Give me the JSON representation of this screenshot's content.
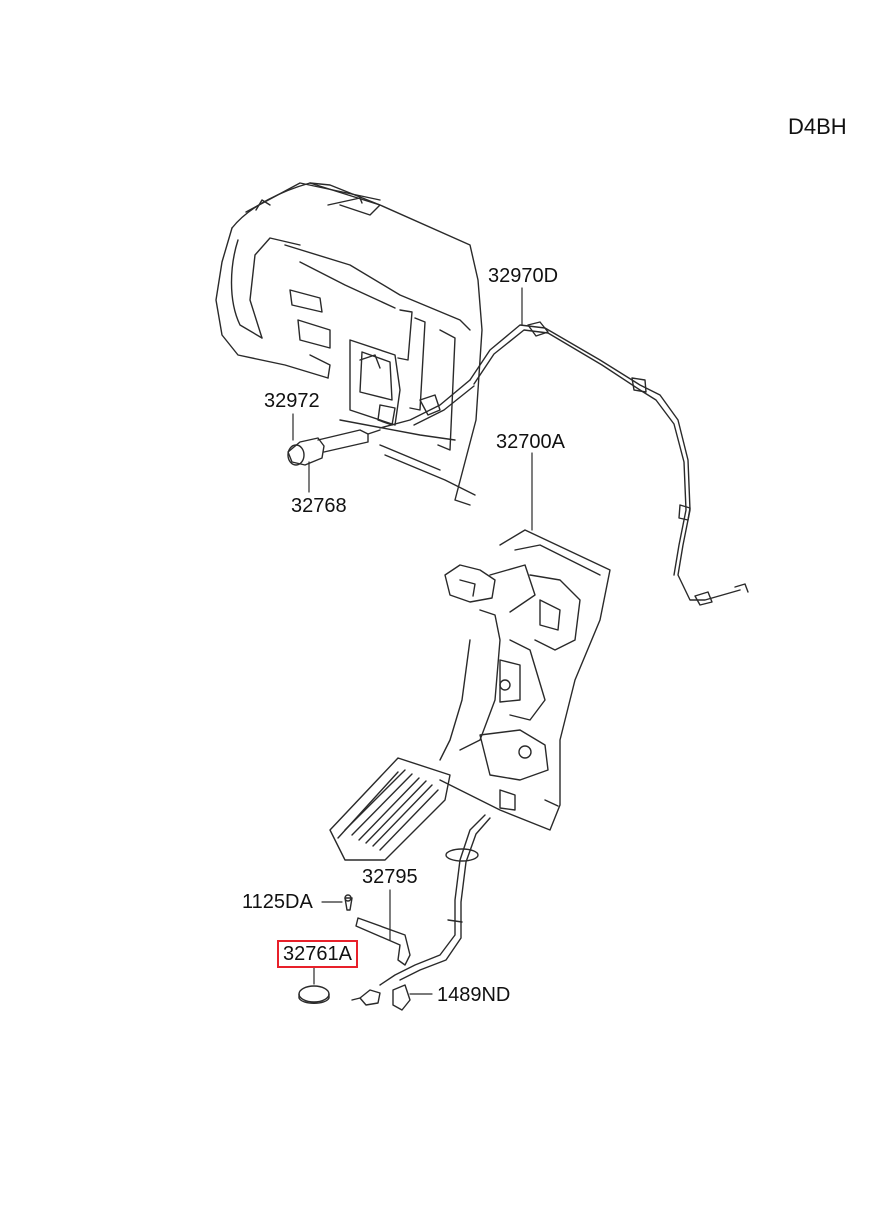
{
  "engine_code": "D4BH",
  "highlight_color": "#e8202a",
  "line_color": "#2a2a2a",
  "parts": {
    "p32970D": "32970D",
    "p32972": "32972",
    "p32768": "32768",
    "p32700A": "32700A",
    "p32795": "32795",
    "p1125DA": "1125DA",
    "p32761A": "32761A",
    "p1489ND": "1489ND"
  },
  "highlighted_part": "32761A"
}
